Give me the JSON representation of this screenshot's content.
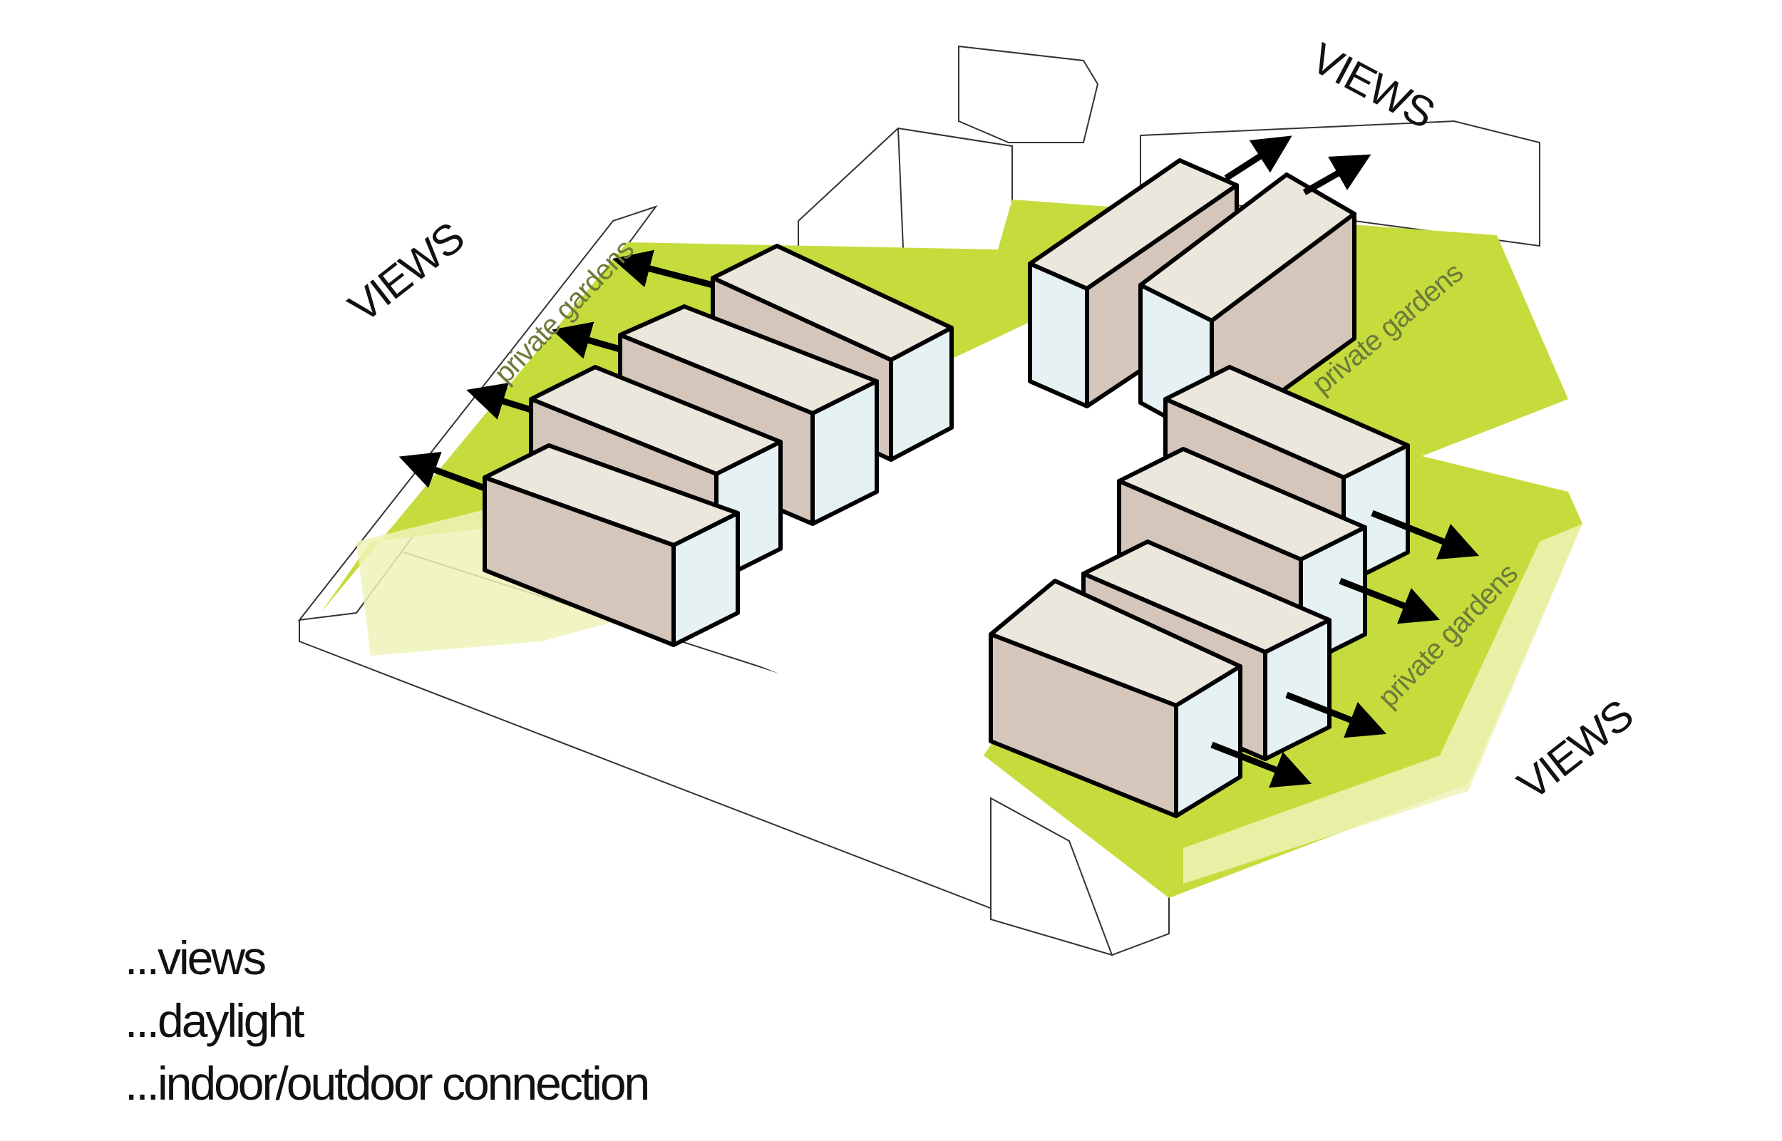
{
  "labels": {
    "views_left": "VIEWS",
    "views_top": "VIEWS",
    "views_right": "VIEWS",
    "garden_left": "private gardens",
    "garden_top_right": "private gardens",
    "garden_bottom_right": "private gardens"
  },
  "legend": {
    "items": [
      "...views",
      "...daylight",
      "...indoor/outdoor connection"
    ]
  },
  "colors": {
    "garden_green": "#c6dc3c",
    "daylight_yellow": "#eef3b8",
    "block_front": "#d4c6bb",
    "block_top": "#ebe7dd",
    "block_side": "#e6f1f3",
    "outline": "#000000"
  },
  "icons": [
    "view-arrow-icon"
  ]
}
